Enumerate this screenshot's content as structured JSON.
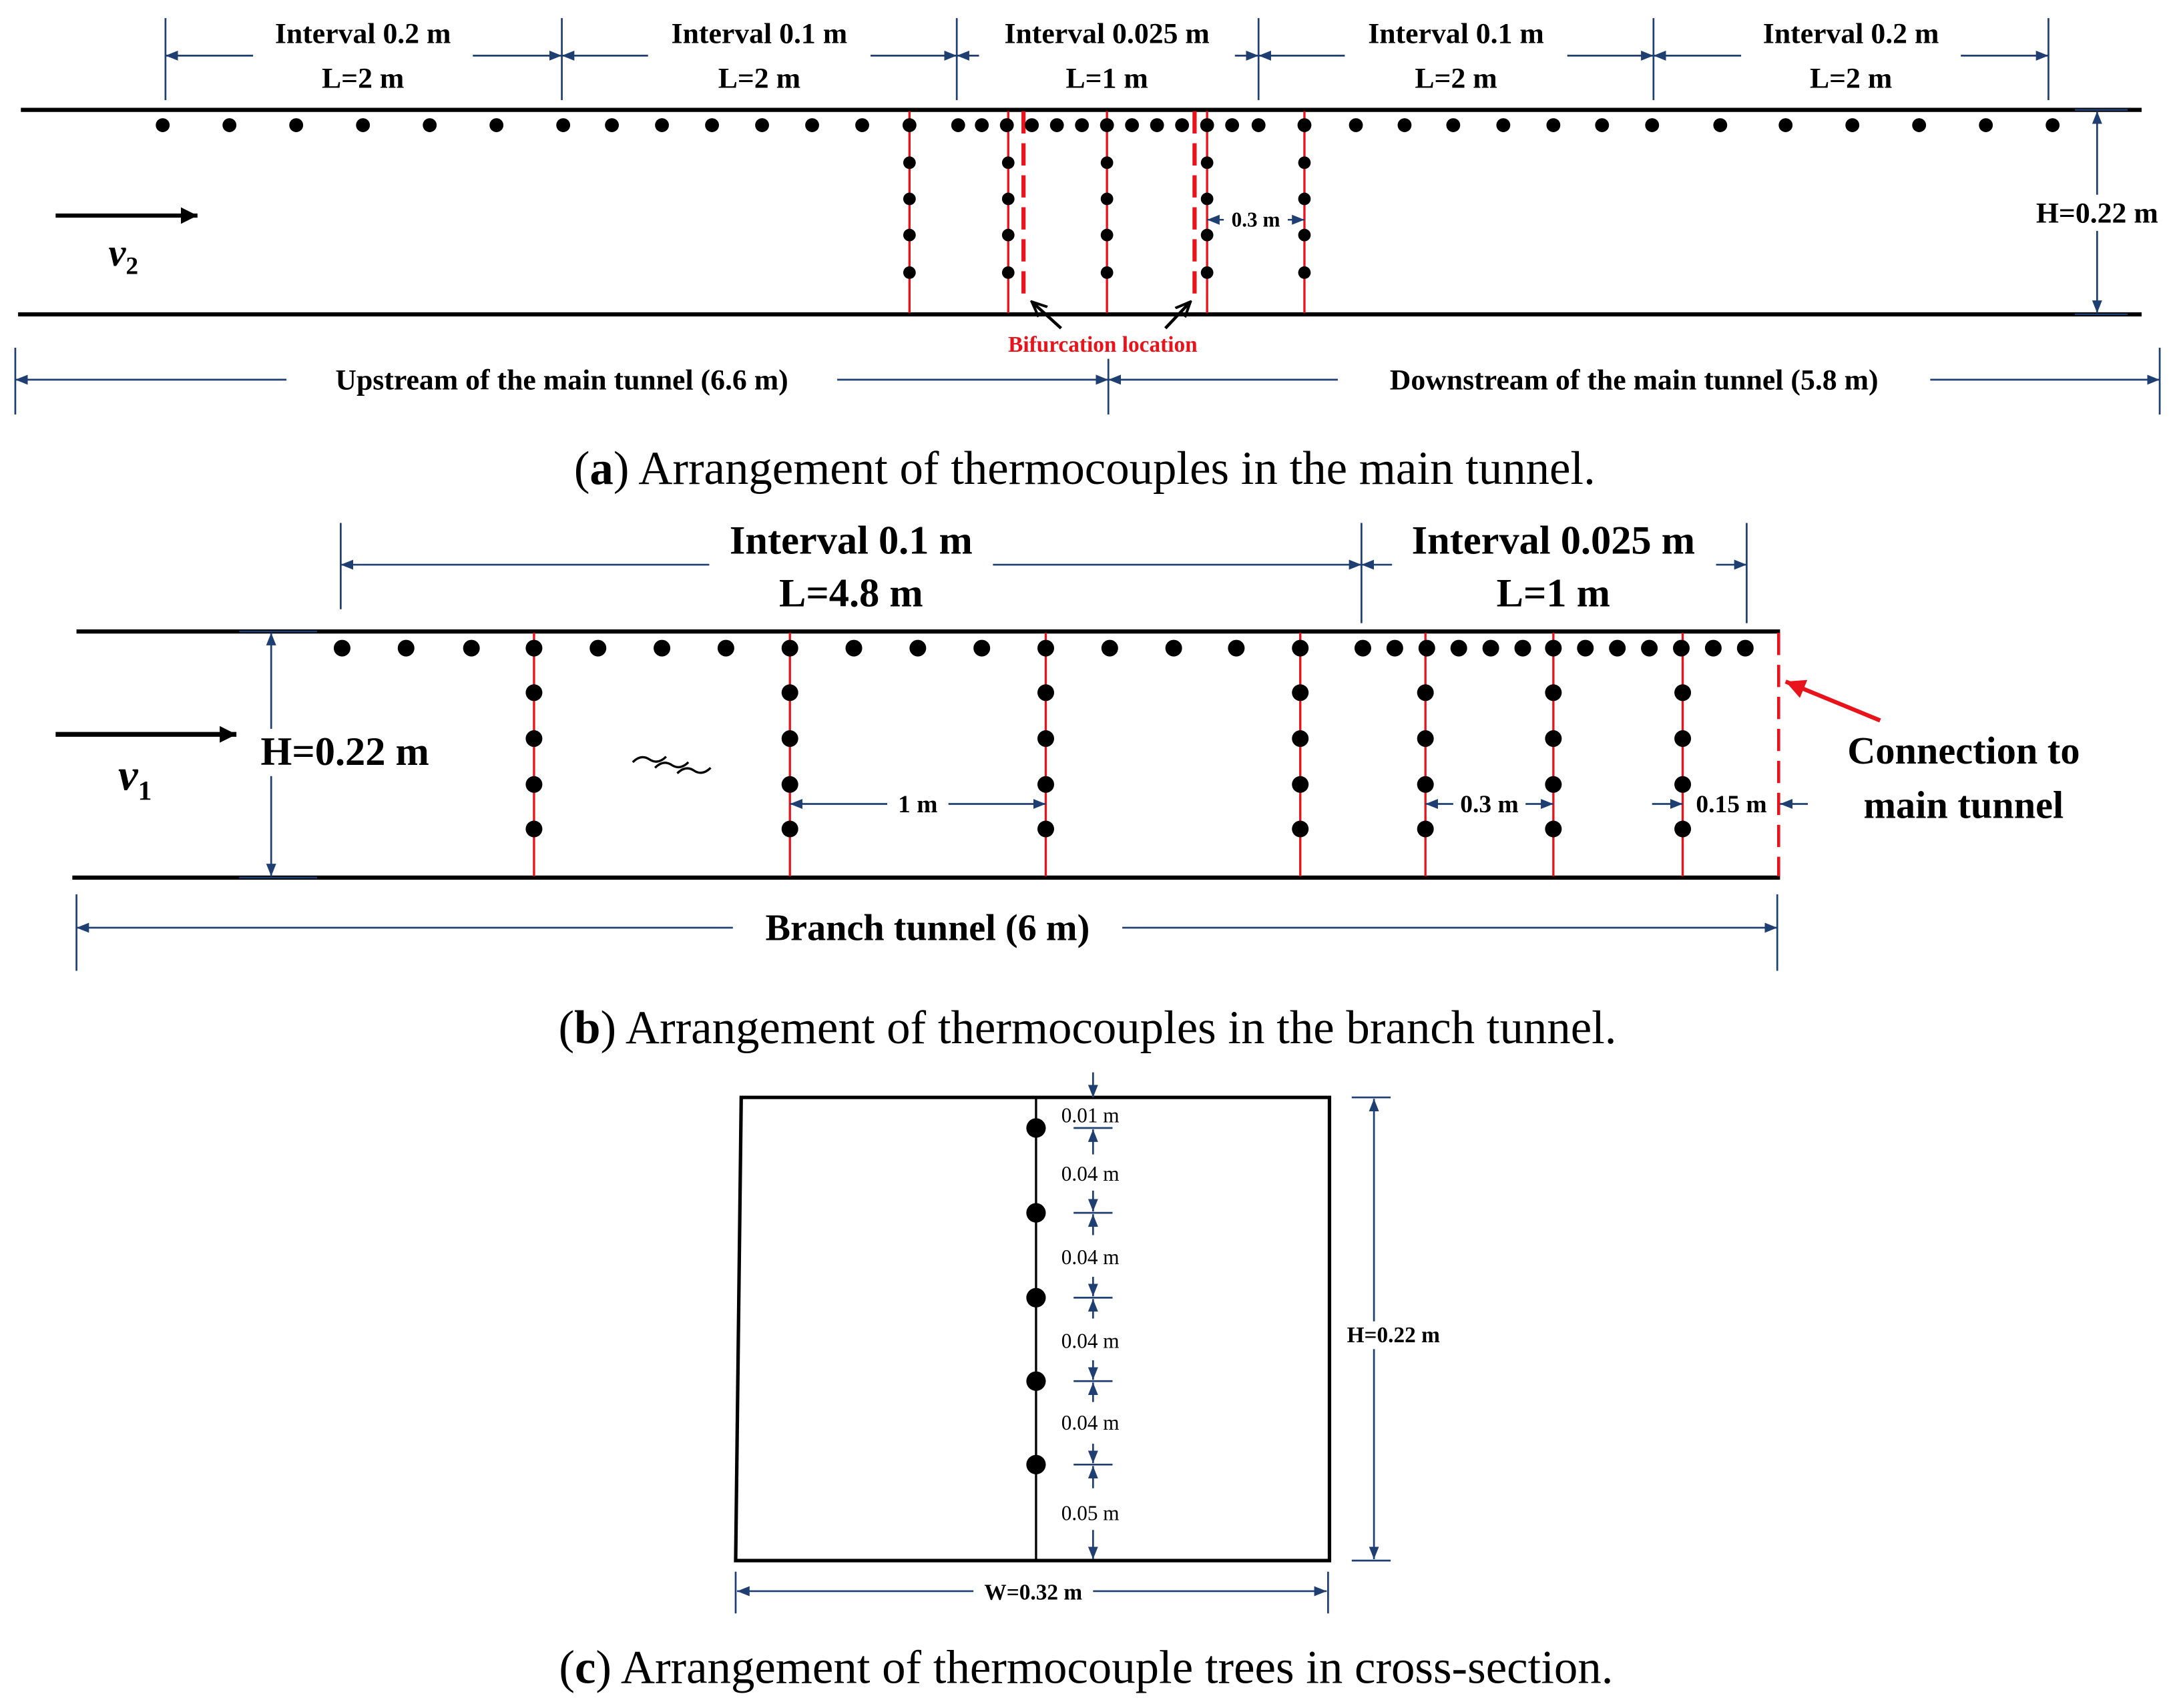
{
  "panel_a": {
    "segments": [
      {
        "interval": "Interval 0.2 m",
        "length": "L=2 m"
      },
      {
        "interval": "Interval 0.1 m",
        "length": "L=2 m"
      },
      {
        "interval": "Interval 0.025 m",
        "length": "L=1 m"
      },
      {
        "interval": "Interval 0.1 m",
        "length": "L=2 m"
      },
      {
        "interval": "Interval 0.2 m",
        "length": "L=2 m"
      }
    ],
    "height": "H=0.22 m",
    "velocity": "v",
    "velocity_sub": "2",
    "spacing": "0.3 m",
    "bifurcation": "Bifurcation location",
    "upstream": "Upstream of the main tunnel (6.6 m)",
    "downstream": "Downstream of the main tunnel (5.8 m)",
    "caption_label": "a",
    "caption_text": " Arrangement of thermocouples in the main tunnel."
  },
  "panel_b": {
    "interval_1": "Interval 0.1 m",
    "length_1": "L=4.8 m",
    "interval_2": "Interval 0.025 m",
    "length_2": "L=1 m",
    "height": "H=0.22 m",
    "velocity": "v",
    "velocity_sub": "1",
    "spacing_1": "1 m",
    "spacing_2": "0.3 m",
    "spacing_3": "0.15 m",
    "connection": [
      "Connection to",
      "main tunnel"
    ],
    "branch": "Branch tunnel (6 m)",
    "caption_label": "b",
    "caption_text": " Arrangement of thermocouples in the branch tunnel."
  },
  "panel_c": {
    "gaps": [
      "0.01 m",
      "0.04 m",
      "0.04 m",
      "0.04 m",
      "0.04 m",
      "0.05 m"
    ],
    "height": "H=0.22 m",
    "width": "W=0.32 m",
    "caption_label": "c",
    "caption_text": " Arrangement of thermocouple trees in cross-section."
  },
  "colors": {
    "dimension": "#1f3f73",
    "highlight": "#e8131b",
    "ink": "#000000"
  }
}
